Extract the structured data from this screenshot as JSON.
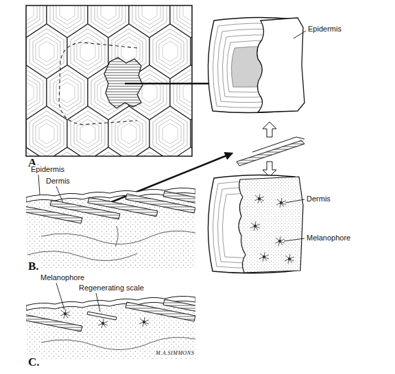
{
  "diagram": {
    "labels": [
      "A.",
      "Epidermis",
      "Epidermis",
      "Dermis",
      "B.",
      "Dermis",
      "Melanophore",
      "Melanophore",
      "Regenerating scale",
      "C.",
      "M.A.SIMMONS"
    ]
  }
}
